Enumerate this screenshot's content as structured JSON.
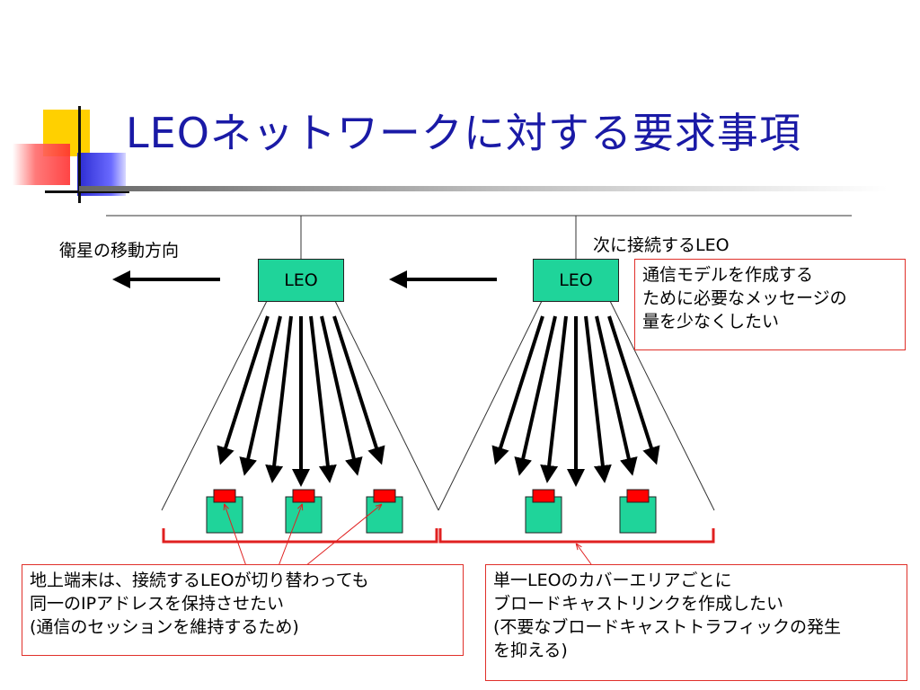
{
  "title": "LEOネットワークに対する要求事項",
  "labels": {
    "satellite_direction": "衛星の移動方向",
    "next_leo": "次に接続するLEO"
  },
  "leo_nodes": [
    {
      "label": "LEO"
    },
    {
      "label": "LEO"
    }
  ],
  "notes": {
    "message_reduction": [
      "通信モデルを作成する",
      "ために必要なメッセージの",
      "量を少なくしたい"
    ],
    "same_ip": [
      "地上端末は、接続するLEOが切り替わっても",
      "同一のIPアドレスを保持させたい",
      "(通信のセッションを維持するため)"
    ],
    "broadcast_link": [
      "単一LEOのカバーエリアごとに",
      "ブロードキャストリンクを作成したい",
      "(不要なブロードキャストトラフィックの発生",
      "を抑える)"
    ]
  },
  "colors": {
    "title": "#1a1aa6",
    "leo_fill": "#1fd49a",
    "terminal_fill": "#1fd49a",
    "terminal_top": "#ff0000",
    "note_border": "#e0302a",
    "bracket": "#e02020",
    "logo_yellow": "#ffd000",
    "logo_red": "#ff3030",
    "logo_blue": "#2a2ad0"
  }
}
